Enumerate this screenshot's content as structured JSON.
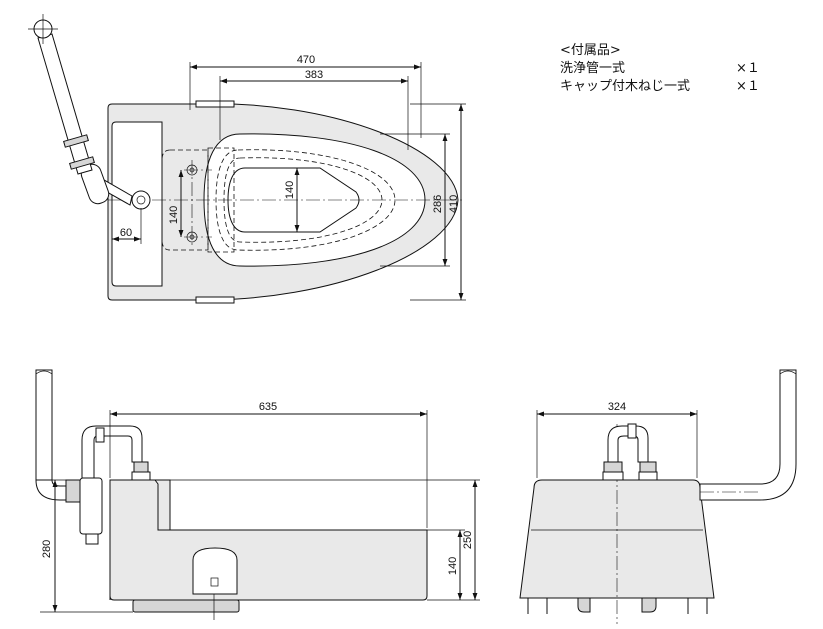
{
  "accessories": {
    "heading": "<付属品>",
    "items": [
      {
        "name": "洗浄管一式",
        "qty": "×１"
      },
      {
        "name": "キャップ付木ねじ一式",
        "qty": "×１"
      }
    ]
  },
  "plan_view": {
    "dim_overall_length": "470",
    "dim_bowl_length": "383",
    "dim_bowl_inner_width": "140",
    "dim_bolt_spacing": "140",
    "dim_rim_width": "286",
    "dim_overall_width": "410",
    "dim_pipe_offset": "60"
  },
  "side_view": {
    "dim_length": "635",
    "dim_pipe_height": "280",
    "dim_body_height": "250",
    "dim_step_height": "140"
  },
  "front_view": {
    "dim_width": "324"
  }
}
